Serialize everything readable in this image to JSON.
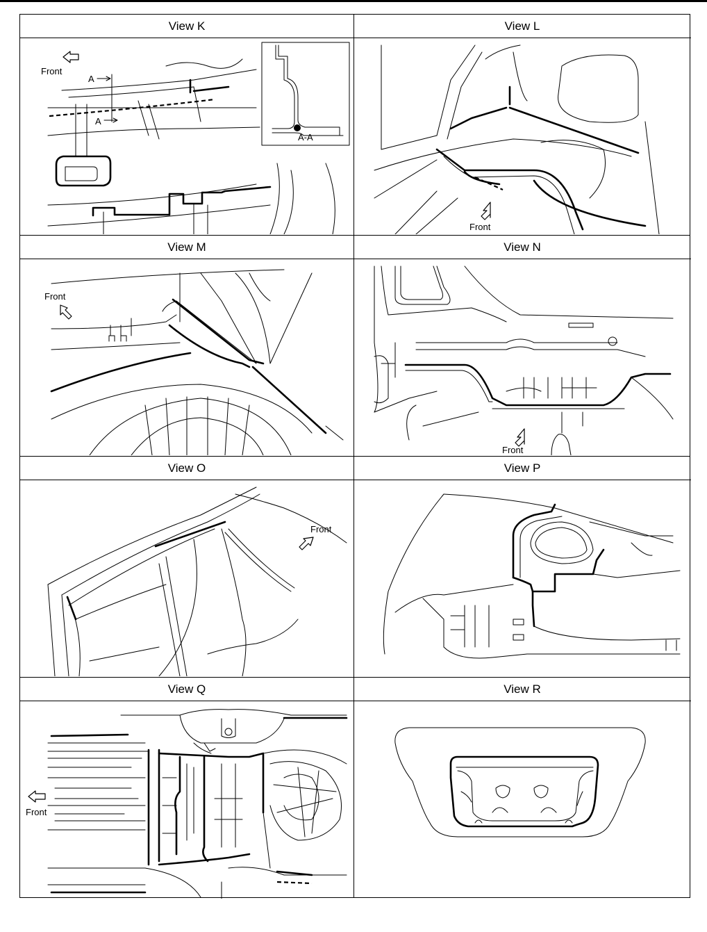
{
  "views": [
    {
      "title": "View K",
      "front_label": "Front",
      "section_marks": [
        "A",
        "A"
      ],
      "section_label": "A-A"
    },
    {
      "title": "View L",
      "front_label": "Front"
    },
    {
      "title": "View M",
      "front_label": "Front"
    },
    {
      "title": "View N",
      "front_label": "Front"
    },
    {
      "title": "View O",
      "front_label": "Front"
    },
    {
      "title": "View P"
    },
    {
      "title": "View Q",
      "front_label": "Front"
    },
    {
      "title": "View R"
    }
  ]
}
